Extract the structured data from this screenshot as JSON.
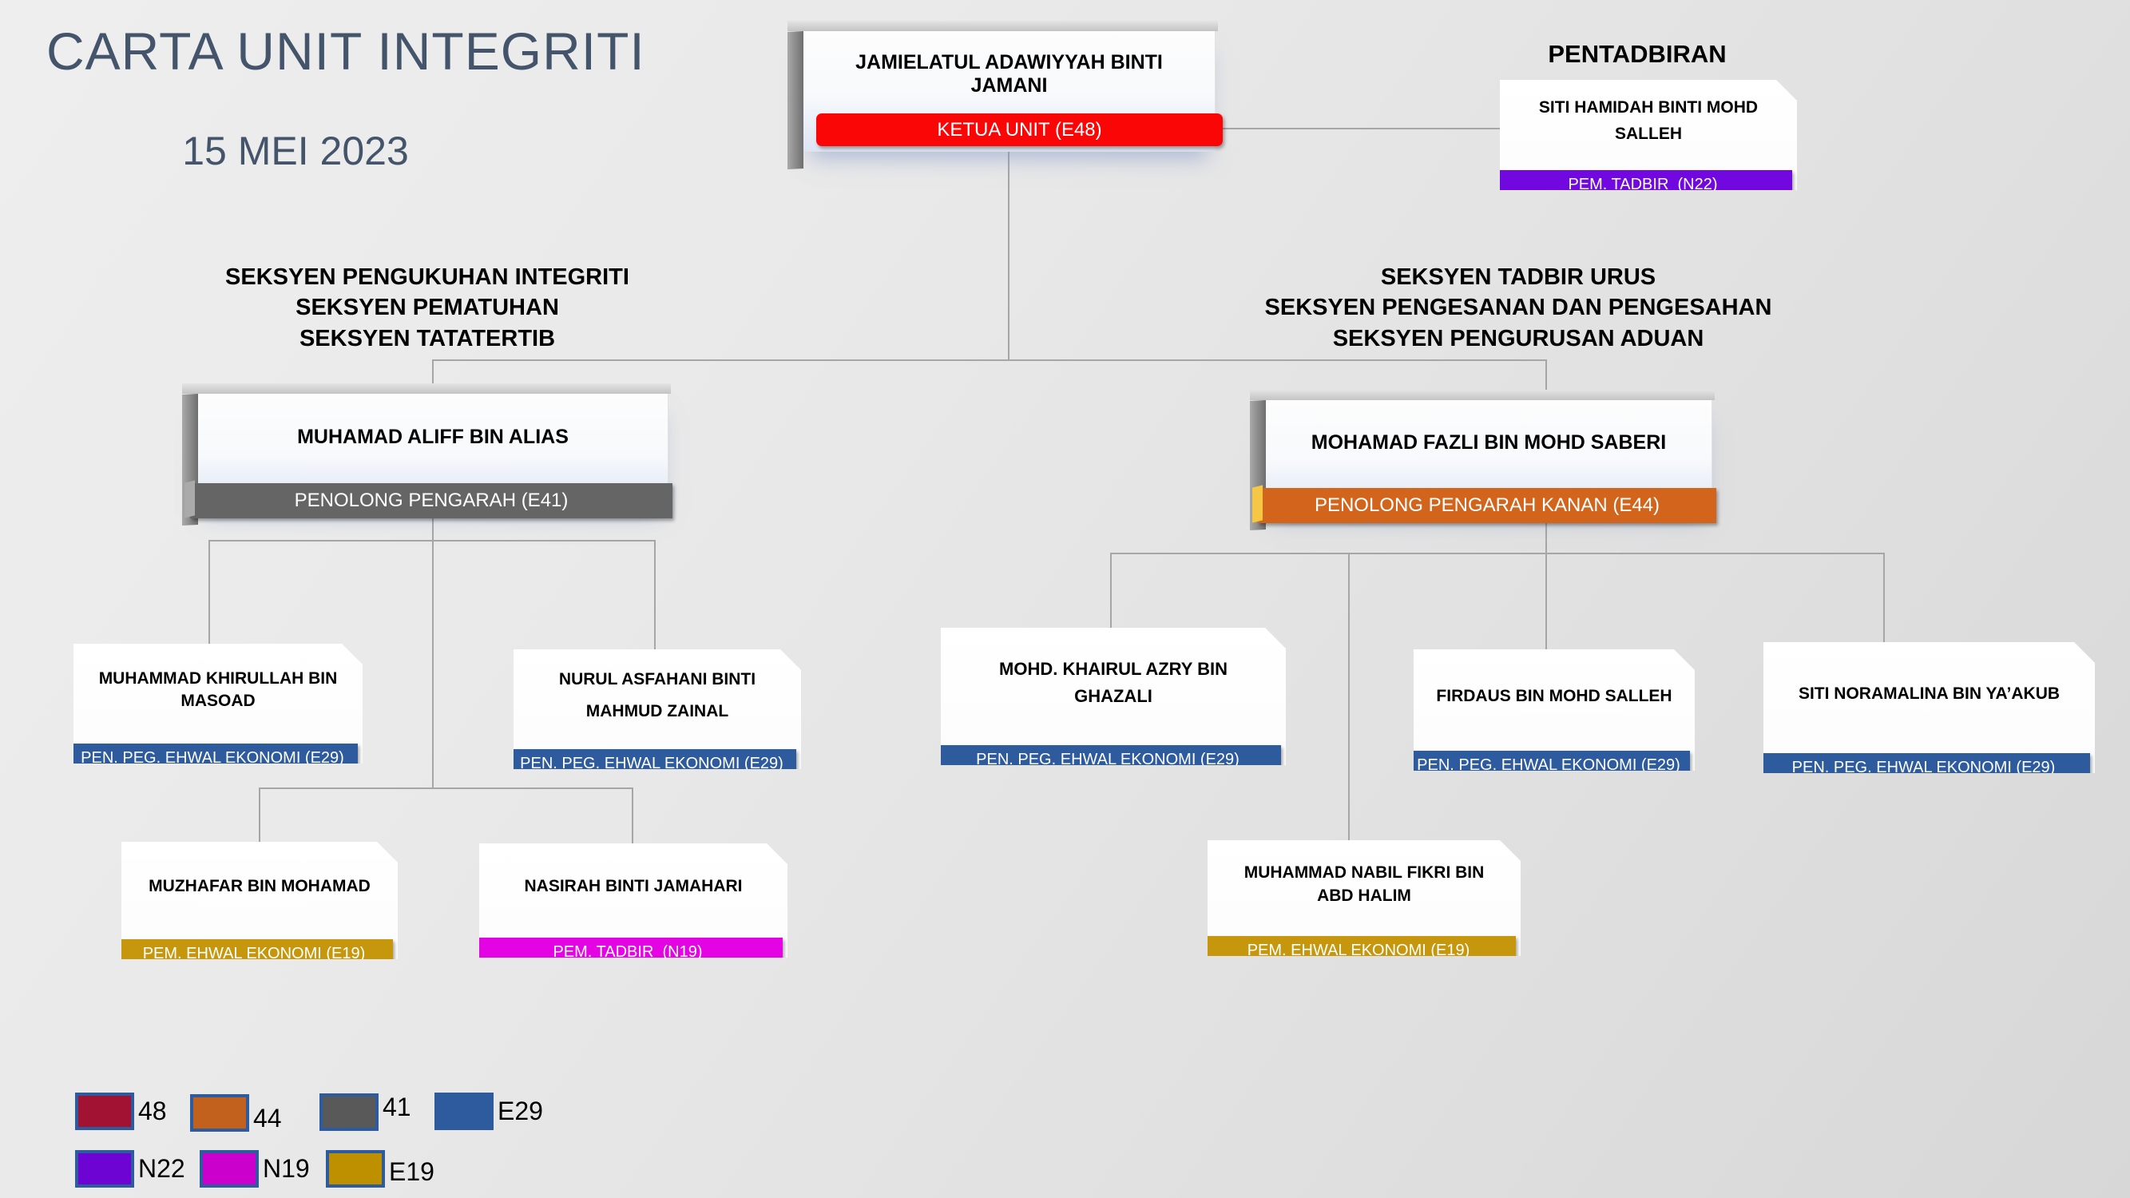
{
  "slide": {
    "title": "CARTA UNIT INTEGRITI",
    "date": "15 MEI 2023"
  },
  "sections": {
    "admin_label": "PENTADBIRAN",
    "left": {
      "line1": "SEKSYEN PENGUKUHAN INTEGRITI",
      "line2": "SEKSYEN PEMATUHAN",
      "line3": "SEKSYEN TATATERTIB"
    },
    "right": {
      "line1": "SEKSYEN TADBIR URUS",
      "line2": "SEKSYEN PENGESANAN DAN PENGESAHAN",
      "line3": "SEKSYEN PENGURUSAN ADUAN"
    }
  },
  "boxes": {
    "ketua": {
      "name": "JAMIELATUL ADAWIYYAH BINTI JAMANI",
      "role": "KETUA UNIT (E48)"
    },
    "hamidah": {
      "name": "SITI HAMIDAH BINTI MOHD SALLEH",
      "role": "PEM. TADBIR  (N22)"
    },
    "aliff": {
      "name": "MUHAMAD ALIFF BIN ALIAS",
      "role": "PENOLONG PENGARAH (E41)"
    },
    "fazli": {
      "name": "MOHAMAD FAZLI BIN MOHD SABERI",
      "role": "PENOLONG PENGARAH KANAN (E44)"
    },
    "khirullah": {
      "name": "MUHAMMAD KHIRULLAH BIN MASOAD",
      "role": "PEN. PEG. EHWAL EKONOMI (E29)"
    },
    "nurul": {
      "name": "NURUL ASFAHANI BINTI MAHMUD ZAINAL",
      "role": "PEN. PEG. EHWAL EKONOMI (E29)"
    },
    "khairul": {
      "name": "MOHD. KHAIRUL AZRY BIN GHAZALI",
      "role": "PEN. PEG. EHWAL EKONOMI (E29)"
    },
    "firdaus": {
      "name": "FIRDAUS BIN MOHD SALLEH",
      "role": "PEN. PEG. EHWAL EKONOMI (E29)"
    },
    "noramalina": {
      "name": "SITI NORAMALINA BIN YA’AKUB",
      "role": "PEN. PEG. EHWAL EKONOMI (E29)"
    },
    "muzhafar": {
      "name": "MUZHAFAR BIN MOHAMAD",
      "role": "PEM. EHWAL EKONOMI (E19)"
    },
    "nasirah": {
      "name": "NASIRAH BINTI JAMAHARI",
      "role": "PEM. TADBIR  (N19)"
    },
    "nabil": {
      "name": "MUHAMMAD NABIL FIKRI BIN ABD HALIM",
      "role": "PEM. EHWAL EKONOMI (E19)"
    }
  },
  "ribbon_colors": {
    "e48": "#FB0606",
    "e44": "#D2641C",
    "e41": "#656565",
    "e29": "#2E5B9E",
    "n22": "#7208E0",
    "n19": "#E303E3",
    "e19": "#C6970C"
  },
  "legend": {
    "border_color": "#2E5B9E",
    "items": [
      {
        "label": "48",
        "color": "#A21232"
      },
      {
        "label": "44",
        "color": "#C2611E"
      },
      {
        "label": "41",
        "color": "#595959"
      },
      {
        "label": "E29",
        "color": "#2E5B9E"
      },
      {
        "label": "N22",
        "color": "#6D04D4"
      },
      {
        "label": "N19",
        "color": "#CC00CC"
      },
      {
        "label": "E19",
        "color": "#BE9000"
      }
    ]
  }
}
